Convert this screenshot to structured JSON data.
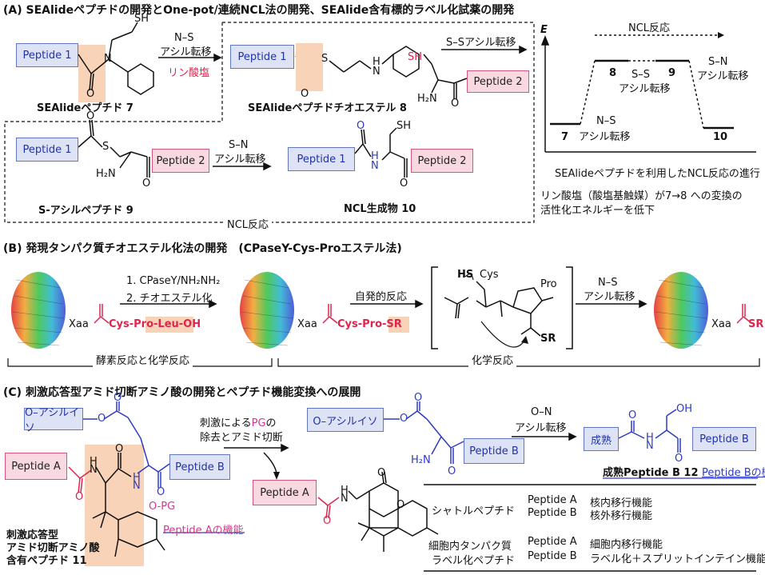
{
  "sectionA": {
    "header": "(A) SEAlideペプチドの開発とOne-pot/連続NCL法の開発、SEAlide含有標的ラベル化試薬の開発",
    "peptide1": "Peptide 1",
    "peptide2": "Peptide 2",
    "sh": "SH",
    "s": "S",
    "n": "N",
    "h": "H",
    "o": "O",
    "nh2": "H₂N",
    "arrow1_top": "N–S",
    "arrow1_mid": "アシル転移",
    "arrow1_bot": "リン酸塩",
    "arrow2": "S–Sアシル転移",
    "arrow3_top": "S–N",
    "arrow3_mid": "アシル転移",
    "cmpd7": "SEAlideペプチド 7",
    "cmpd8": "SEAlideペプチドチオエステル 8",
    "cmpd9": "S-アシルペプチド 9",
    "cmpd10": "NCL生成物 10",
    "ncl_label": "NCL反応",
    "energy": {
      "e_axis": "E",
      "ncl_top": "NCL反応",
      "l7": "7",
      "l8": "8",
      "l9": "9",
      "l10": "10",
      "ss": "S–S",
      "ss2": "アシル転移",
      "ns": "N–S",
      "ns2": "アシル転移",
      "sn": "S–N",
      "sn2": "アシル転移",
      "caption": "SEAlideペプチドを利用したNCL反応の進行",
      "note1": "リン酸塩（酸塩基触媒）が7→8 への変換の",
      "note2": "活性化エネルギーを低下"
    }
  },
  "sectionB": {
    "header": "(B) 発現タンパク質チオエステル化法の開発　(CPaseY-Cys-Proエステル法)",
    "xaa": "Xaa",
    "seq1": "Cys-Pro-Leu-OH",
    "seq2": "Cys-Pro-SR",
    "sr": "SR",
    "step1": "1. CPaseY/NH₂NH₂",
    "step2": "2. チオエステル化",
    "spont": "自発的反応",
    "ns_top": "N–S",
    "ns_bot": "アシル転移",
    "hs": "HS",
    "cys": "Cys",
    "pro": "Pro",
    "brace1": "酵素反応と化学反応",
    "brace2": "化学反応"
  },
  "sectionC": {
    "header": "(C) 刺激応答型アミド切断アミノ酸の開発とペプチド機能変換への展開",
    "oacyl": "O–アシルイソ",
    "peptideA": "Peptide A",
    "peptideB": "Peptide B",
    "pg": "O-PG",
    "funcA": "Peptide Aの機能",
    "cmpd11_1": "刺激応答型",
    "cmpd11_2": "アミド切断アミノ酸",
    "cmpd11_3": "含有ペプチド 11",
    "stim1a": "刺激による",
    "stim1pg": "PG",
    "stim1b": "の",
    "stim2": "除去とアミド切断",
    "on_top": "O–N",
    "on_bot": "アシル転移",
    "mature": "成熟",
    "product12a": "成熟Peptide B 12 ",
    "product12b": "Peptide Bの機能",
    "table": {
      "row1_name": "シャトルペプチド",
      "row1_a_label": "Peptide A",
      "row1_a_val": "核内移行機能",
      "row1_b_label": "Peptide B",
      "row1_b_val": "核外移行機能",
      "row2_name1": "細胞内タンパク質",
      "row2_name2": "ラベル化ペプチド",
      "row2_a_label": "Peptide A",
      "row2_a_val": "細胞内移行機能",
      "row2_b_label": "Peptide B",
      "row2_b_val": "ラベル化＋スプリットインテイン機能"
    }
  }
}
